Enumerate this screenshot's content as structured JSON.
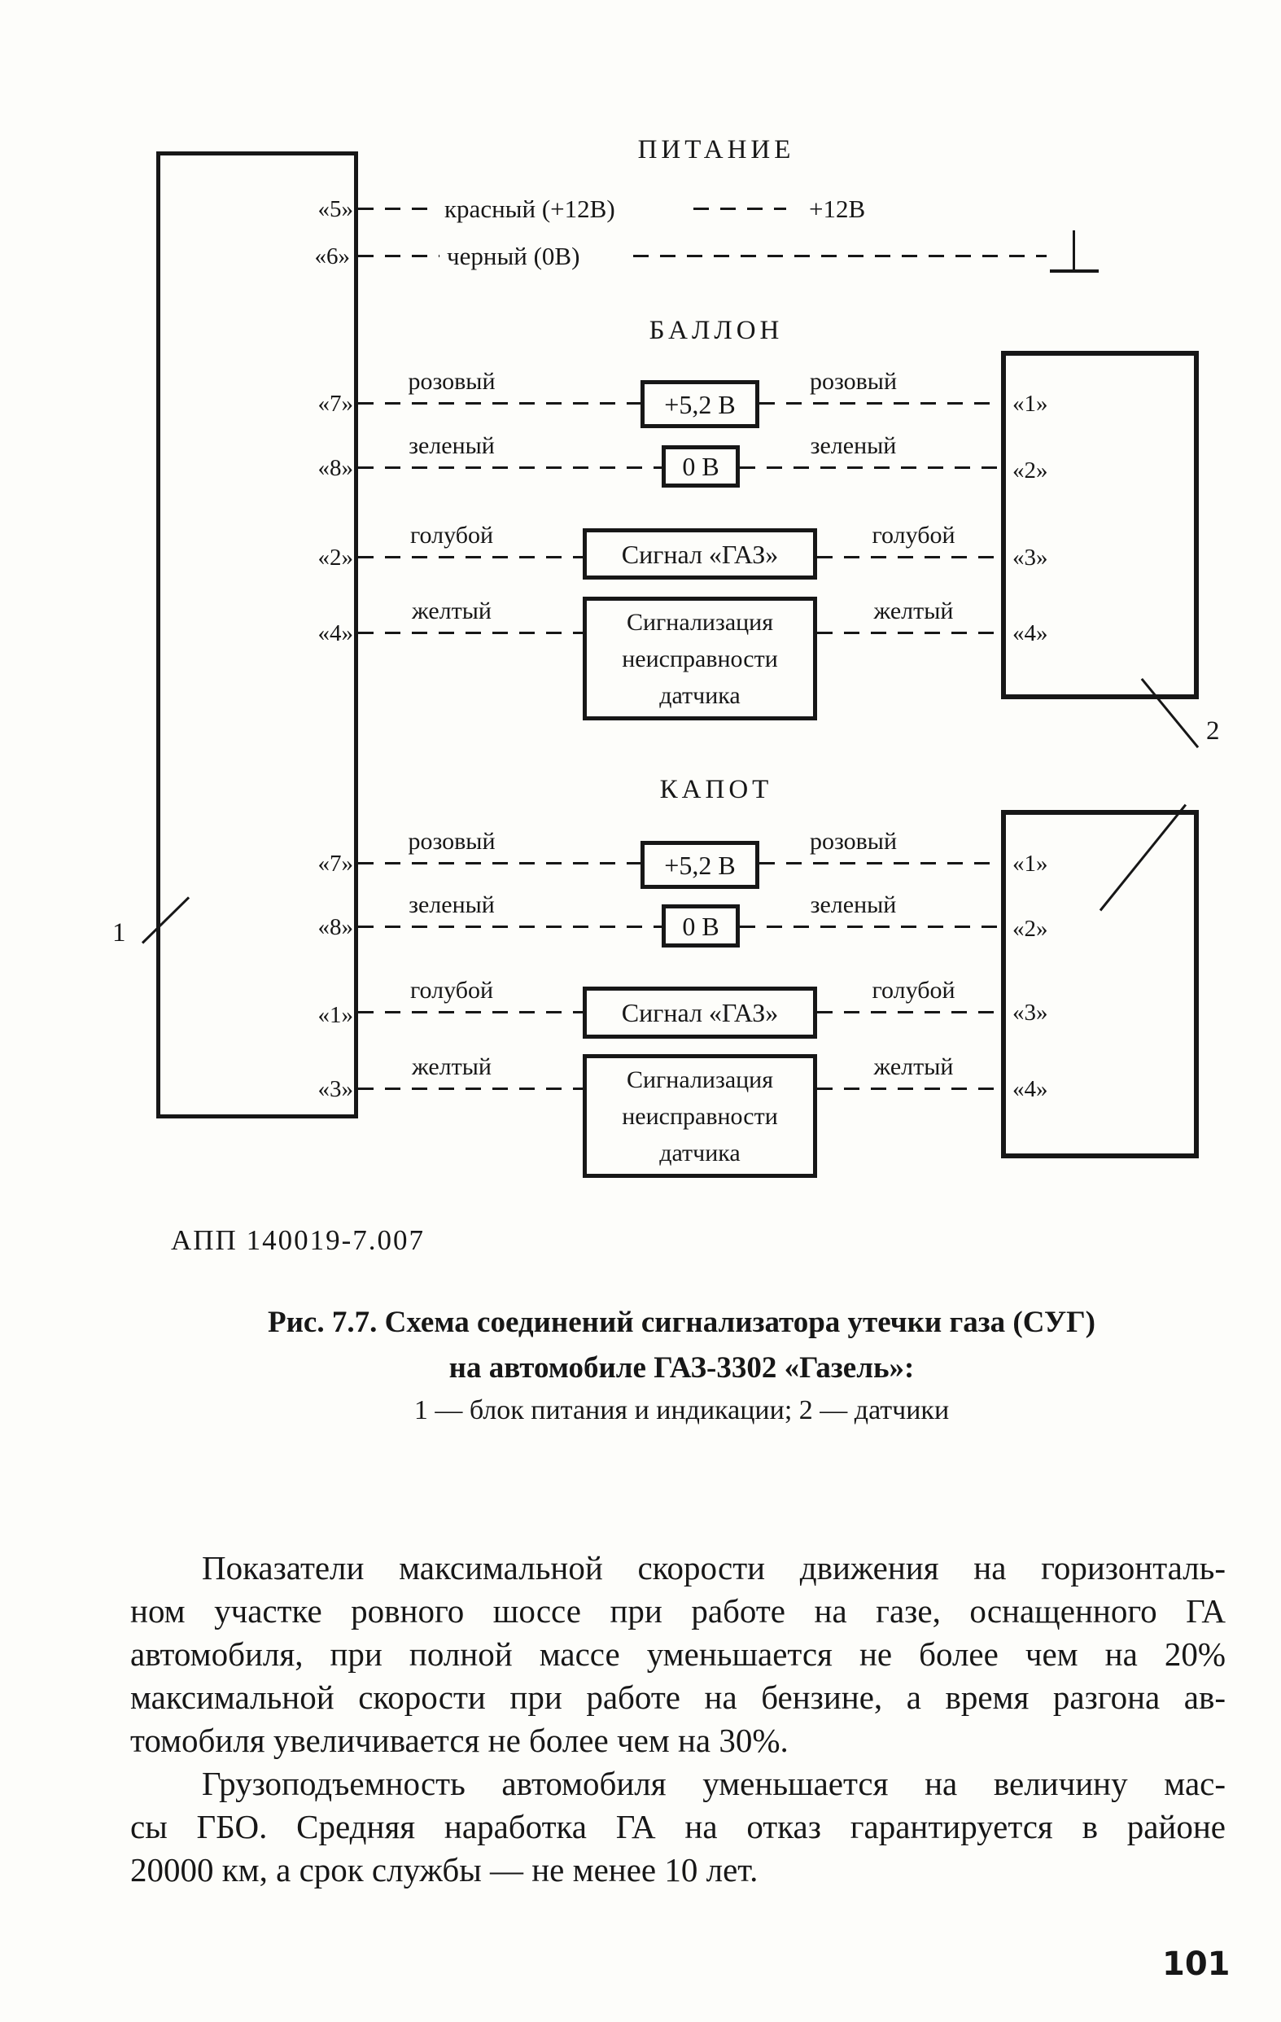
{
  "colors": {
    "ink": "#171717",
    "paper": "#fdfdfa"
  },
  "diagram": {
    "code_label": "АПП 140019-7.007",
    "unit_callout": "1",
    "sensors_callout": "2",
    "power": {
      "title": "ПИТАНИЕ",
      "rows": [
        {
          "pin": "«5»",
          "label": "красный (+12В)",
          "dest": "+12В"
        },
        {
          "pin": "«6»",
          "label": "черный (0В)"
        }
      ]
    },
    "balloon": {
      "title": "БАЛЛОН",
      "rows": [
        {
          "pin_left": "«7»",
          "color_left": "розовый",
          "box": "+5,2 В",
          "color_right": "розовый",
          "pin_right": "«1»"
        },
        {
          "pin_left": "«8»",
          "color_left": "зеленый",
          "box": "0 В",
          "color_right": "зеленый",
          "pin_right": "«2»"
        },
        {
          "pin_left": "«2»",
          "color_left": "голубой",
          "box": "Сигнал «ГАЗ»",
          "color_right": "голубой",
          "pin_right": "«3»"
        },
        {
          "pin_left": "«4»",
          "color_left": "желтый",
          "box": "Сигнализация неисправности датчика",
          "color_right": "желтый",
          "pin_right": "«4»"
        }
      ]
    },
    "hood": {
      "title": "КАПОТ",
      "rows": [
        {
          "pin_left": "«7»",
          "color_left": "розовый",
          "box": "+5,2 В",
          "color_right": "розовый",
          "pin_right": "«1»"
        },
        {
          "pin_left": "«8»",
          "color_left": "зеленый",
          "box": "0 В",
          "color_right": "зеленый",
          "pin_right": "«2»"
        },
        {
          "pin_left": "«1»",
          "color_left": "голубой",
          "box": "Сигнал «ГАЗ»",
          "color_right": "голубой",
          "pin_right": "«3»"
        },
        {
          "pin_left": "«3»",
          "color_left": "желтый",
          "box": "Сигнализация неисправности датчика",
          "color_right": "желтый",
          "pin_right": "«4»"
        }
      ]
    }
  },
  "caption": {
    "line1": "Рис. 7.7. Схема соединений сигнализатора утечки газа (СУГ)",
    "line2": "на автомобиле ГАЗ-3302 «Газель»:",
    "line3": "1 — блок питания и индикации; 2 — датчики"
  },
  "body": {
    "p1": [
      "Показатели максимальной скорости движения на горизонталь-",
      "ном участке ровного шоссе при работе на газе, оснащенного ГА",
      "автомобиля, при полной массе уменьшается не более чем на 20%",
      "максимальной скорости при работе на бензине, а время разгона ав-",
      "томобиля увеличивается не более чем на 30%."
    ],
    "p2": [
      "Грузоподъемность автомобиля уменьшается на величину мас-",
      "сы ГБО. Средняя наработка ГА на отказ гарантируется в районе",
      "20000 км, а срок службы — не менее 10 лет."
    ]
  },
  "page": {
    "number": "101"
  }
}
